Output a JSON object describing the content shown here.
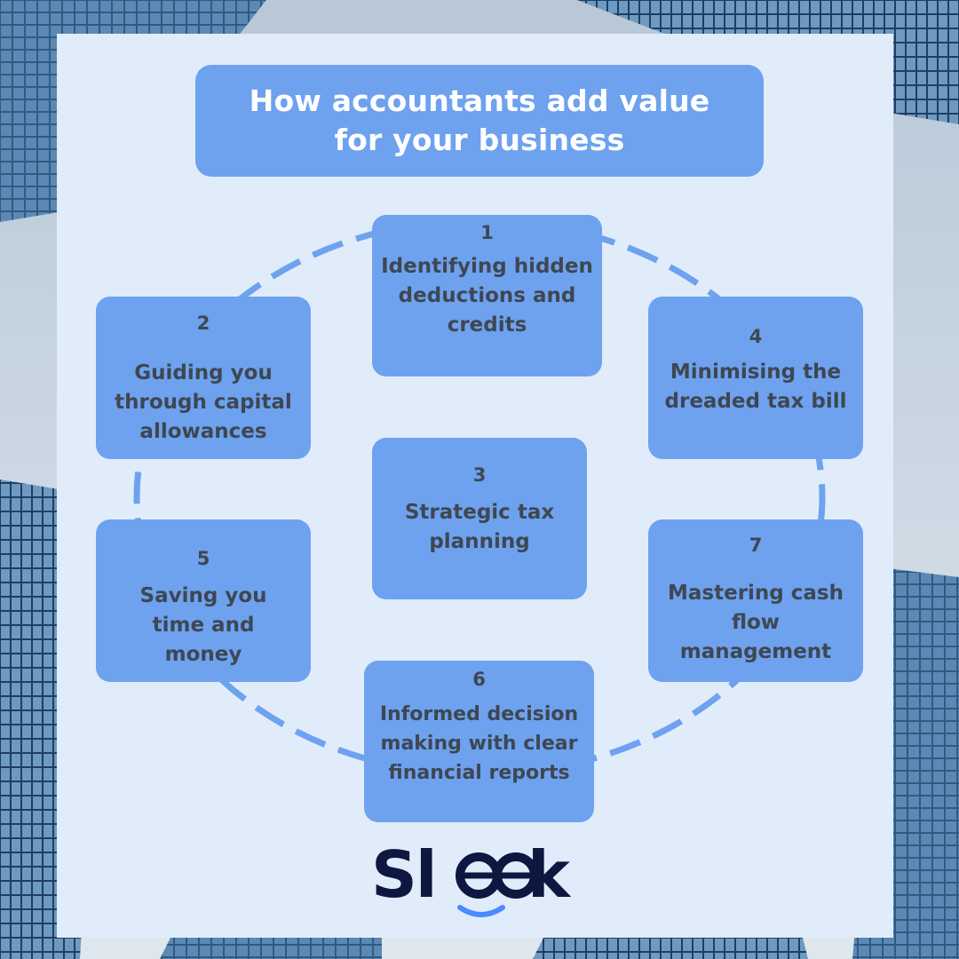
{
  "title": "How accountants add value for your business",
  "steps": [
    {
      "number": "1",
      "text": "Identifying hidden deductions and credits"
    },
    {
      "number": "2",
      "text": "Guiding you through capital allowances"
    },
    {
      "number": "3",
      "text": "Strategic tax planning"
    },
    {
      "number": "4",
      "text": "Minimising the dreaded tax bill"
    },
    {
      "number": "5",
      "text": "Saving you time and money"
    },
    {
      "number": "6",
      "text": "Informed decision making with clear financial reports"
    },
    {
      "number": "7",
      "text": "Mastering cash flow management"
    }
  ],
  "logo": {
    "text": "Sleek",
    "color": "#0d1740",
    "accent": "#4a8cff"
  },
  "colors": {
    "card": "#6ea2ef",
    "panel": "#e1ecfb",
    "ring": "#6ea2ef",
    "card_text": "#3e4752"
  }
}
